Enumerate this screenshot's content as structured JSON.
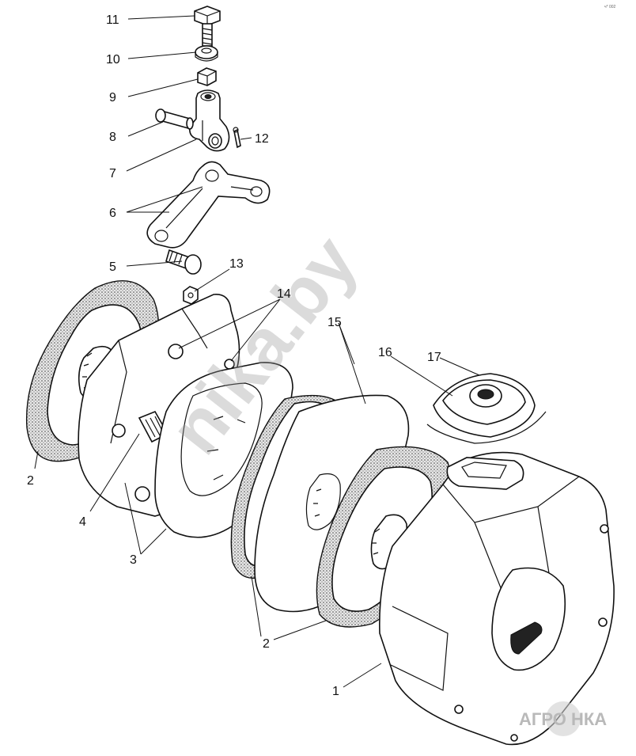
{
  "diagram": {
    "labels": [
      {
        "id": "11",
        "text": "11"
      },
      {
        "id": "10",
        "text": "10"
      },
      {
        "id": "9",
        "text": "9"
      },
      {
        "id": "8",
        "text": "8"
      },
      {
        "id": "12",
        "text": "12"
      },
      {
        "id": "7",
        "text": "7"
      },
      {
        "id": "6",
        "text": "6"
      },
      {
        "id": "5",
        "text": "5"
      },
      {
        "id": "13",
        "text": "13"
      },
      {
        "id": "14",
        "text": "14"
      },
      {
        "id": "15",
        "text": "15"
      },
      {
        "id": "16",
        "text": "16"
      },
      {
        "id": "17",
        "text": "17"
      },
      {
        "id": "2a",
        "text": "2"
      },
      {
        "id": "4",
        "text": "4"
      },
      {
        "id": "3",
        "text": "3"
      },
      {
        "id": "2b",
        "text": "2"
      },
      {
        "id": "1",
        "text": "1"
      }
    ],
    "watermark": "nika.by",
    "logo": {
      "text": "АГРО НКА"
    },
    "corner_mark": "ч* 002"
  }
}
